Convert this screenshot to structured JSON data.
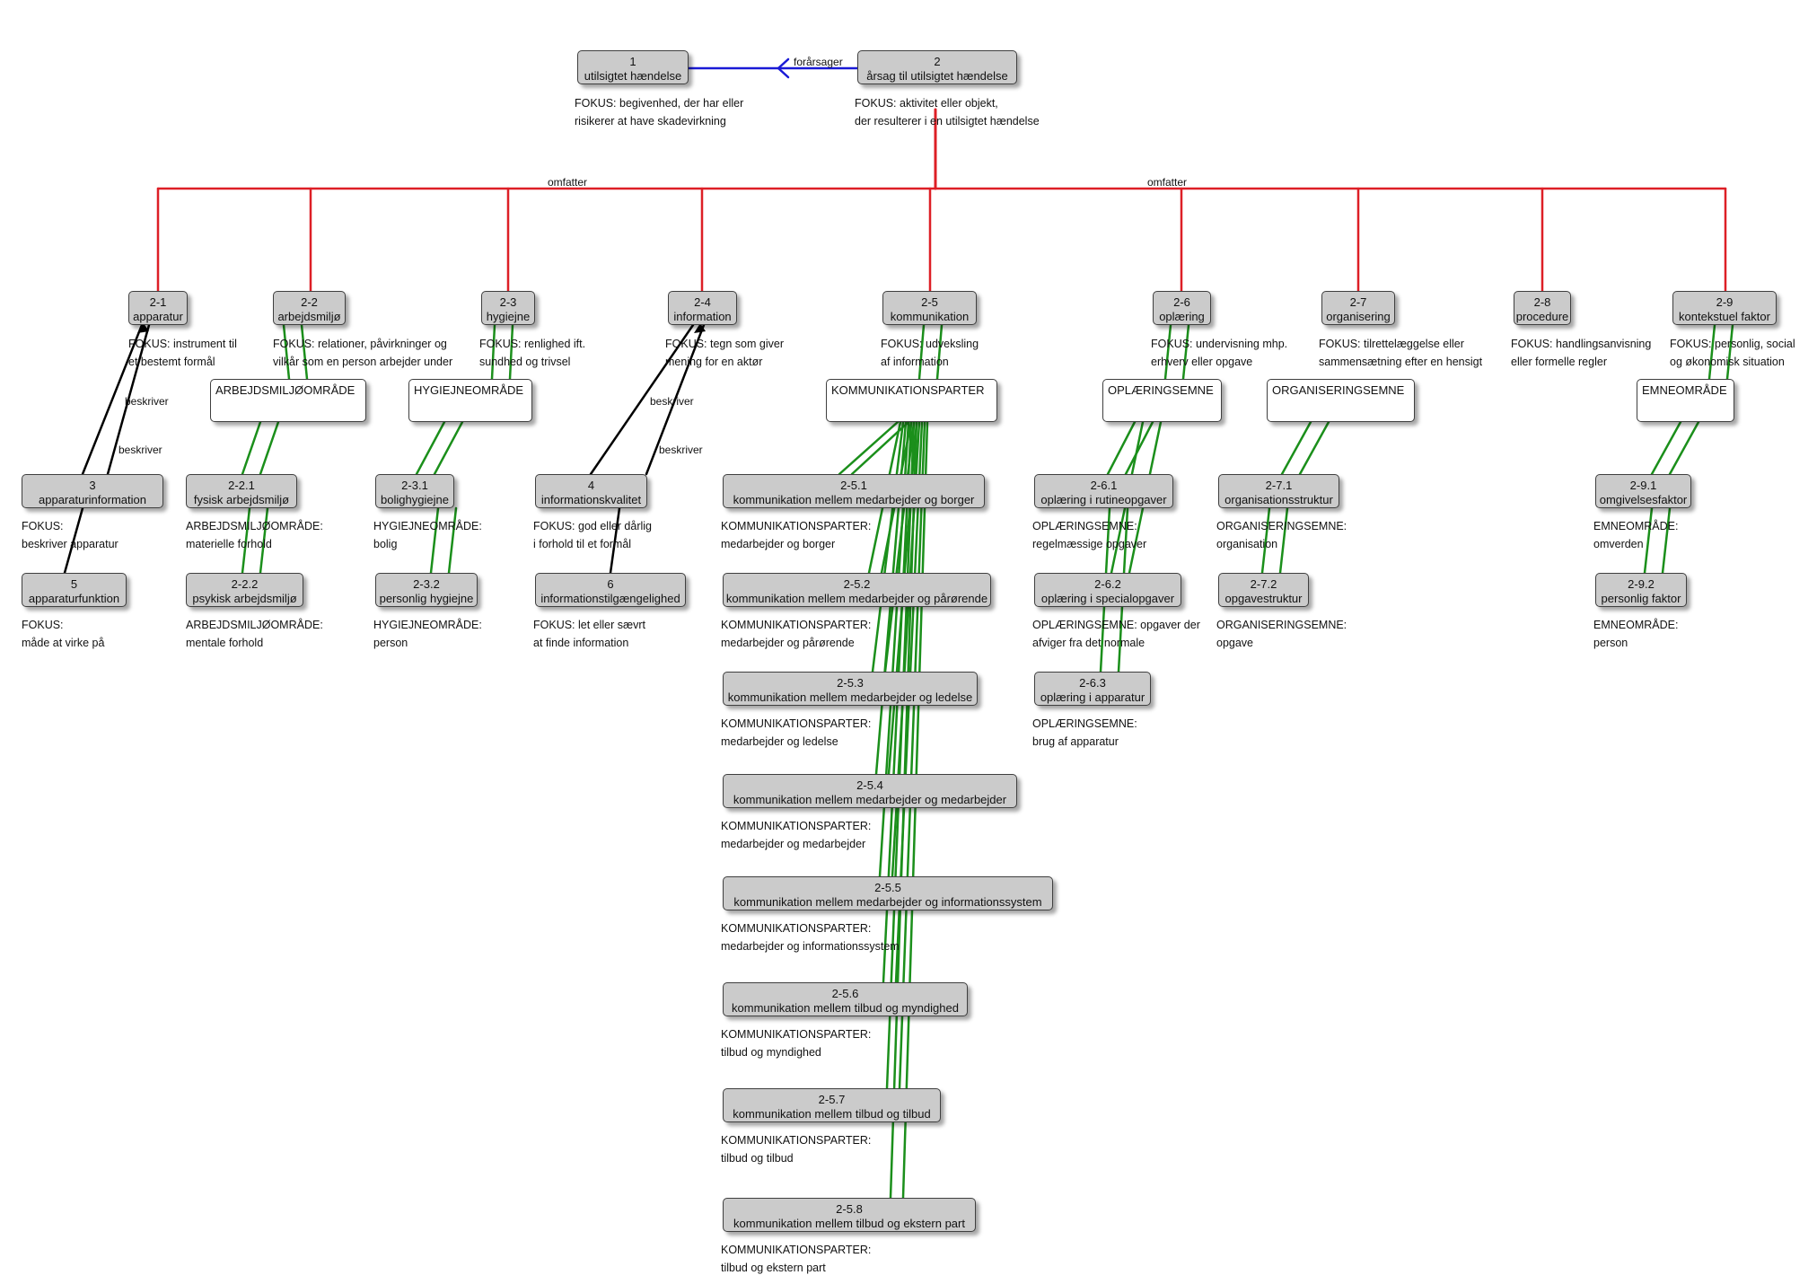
{
  "nodes": [
    {
      "id": "n1",
      "num": "1",
      "name": "utilsigtet hændelse"
    },
    {
      "id": "n2",
      "num": "2",
      "name": "årsag til utilsigtet hændelse"
    },
    {
      "id": "n2_1",
      "num": "2-1",
      "name": "apparatur"
    },
    {
      "id": "n2_2",
      "num": "2-2",
      "name": "arbejdsmiljø"
    },
    {
      "id": "n2_3",
      "num": "2-3",
      "name": "hygiejne"
    },
    {
      "id": "n2_4",
      "num": "2-4",
      "name": "information"
    },
    {
      "id": "n2_5",
      "num": "2-5",
      "name": "kommunikation"
    },
    {
      "id": "n2_6",
      "num": "2-6",
      "name": "oplæring"
    },
    {
      "id": "n2_7",
      "num": "2-7",
      "name": "organisering"
    },
    {
      "id": "n2_8",
      "num": "2-8",
      "name": "procedure"
    },
    {
      "id": "n2_9",
      "num": "2-9",
      "name": "kontekstuel faktor"
    },
    {
      "id": "n3",
      "num": "3",
      "name": "apparaturinformation"
    },
    {
      "id": "n5",
      "num": "5",
      "name": "apparaturfunktion"
    },
    {
      "id": "n2_2_1",
      "num": "2-2.1",
      "name": "fysisk arbejdsmiljø"
    },
    {
      "id": "n2_2_2",
      "num": "2-2.2",
      "name": "psykisk arbejdsmiljø"
    },
    {
      "id": "n2_3_1",
      "num": "2-3.1",
      "name": "bolighygiejne"
    },
    {
      "id": "n2_3_2",
      "num": "2-3.2",
      "name": "personlig hygiejne"
    },
    {
      "id": "n4",
      "num": "4",
      "name": "informationskvalitet"
    },
    {
      "id": "n6",
      "num": "6",
      "name": "informationstilgængelighed"
    },
    {
      "id": "n2_5_1",
      "num": "2-5.1",
      "name": "kommunikation mellem medarbejder og borger"
    },
    {
      "id": "n2_5_2",
      "num": "2-5.2",
      "name": "kommunikation mellem medarbejder og pårørende"
    },
    {
      "id": "n2_5_3",
      "num": "2-5.3",
      "name": "kommunikation mellem medarbejder og ledelse"
    },
    {
      "id": "n2_5_4",
      "num": "2-5.4",
      "name": "kommunikation mellem medarbejder og medarbejder"
    },
    {
      "id": "n2_5_5",
      "num": "2-5.5",
      "name": "kommunikation mellem medarbejder og informationssystem"
    },
    {
      "id": "n2_5_6",
      "num": "2-5.6",
      "name": "kommunikation mellem tilbud og myndighed"
    },
    {
      "id": "n2_5_7",
      "num": "2-5.7",
      "name": "kommunikation mellem tilbud og tilbud"
    },
    {
      "id": "n2_5_8",
      "num": "2-5.8",
      "name": "kommunikation mellem tilbud og ekstern part"
    },
    {
      "id": "n2_6_1",
      "num": "2-6.1",
      "name": "oplæring i rutineopgaver"
    },
    {
      "id": "n2_6_2",
      "num": "2-6.2",
      "name": "oplæring i specialopgaver"
    },
    {
      "id": "n2_6_3",
      "num": "2-6.3",
      "name": "oplæring i apparatur"
    },
    {
      "id": "n2_7_1",
      "num": "2-7.1",
      "name": "organisationsstruktur"
    },
    {
      "id": "n2_7_2",
      "num": "2-7.2",
      "name": "opgavestruktur"
    },
    {
      "id": "n2_9_1",
      "num": "2-9.1",
      "name": "omgivelsesfaktor"
    },
    {
      "id": "n2_9_2",
      "num": "2-9.2",
      "name": "personlig faktor"
    }
  ],
  "categories": [
    {
      "id": "c_arb",
      "label": "ARBEJDSMILJØOMRÅDE"
    },
    {
      "id": "c_hyg",
      "label": "HYGIEJNEOMRÅDE"
    },
    {
      "id": "c_kom",
      "label": "KOMMUNIKATIONSPARTER"
    },
    {
      "id": "c_opl",
      "label": "OPLÆRINGSEMNE"
    },
    {
      "id": "c_org",
      "label": "ORGANISERINGSEMNE"
    },
    {
      "id": "c_emn",
      "label": "EMNEOMRÅDE"
    }
  ],
  "descriptions": [
    {
      "id": "d1",
      "lines": [
        "FOKUS: begivenhed, der har eller",
        "risikerer at have skadevirkning"
      ]
    },
    {
      "id": "d2",
      "lines": [
        "FOKUS: aktivitet eller objekt,",
        "der resulterer i en utilsigtet hændelse"
      ]
    },
    {
      "id": "d2_1",
      "lines": [
        "FOKUS: instrument til",
        "et bestemt formål"
      ]
    },
    {
      "id": "d2_2",
      "lines": [
        "FOKUS: relationer, påvirkninger og",
        "vilkår som en person arbejder under"
      ]
    },
    {
      "id": "d2_3",
      "lines": [
        "FOKUS: renlighed ift.",
        "sundhed og trivsel"
      ]
    },
    {
      "id": "d2_4",
      "lines": [
        "FOKUS: tegn som giver",
        "mening for en aktør"
      ]
    },
    {
      "id": "d2_5",
      "lines": [
        "FOKUS: udveksling",
        "af information"
      ]
    },
    {
      "id": "d2_6",
      "lines": [
        "FOKUS: undervisning mhp.",
        "erhverv eller opgave"
      ]
    },
    {
      "id": "d2_7",
      "lines": [
        "FOKUS: tilrettelæggelse eller",
        "sammensætning efter en hensigt"
      ]
    },
    {
      "id": "d2_8",
      "lines": [
        "FOKUS: handlingsanvisning",
        "eller formelle regler"
      ]
    },
    {
      "id": "d2_9",
      "lines": [
        "FOKUS: personlig, social",
        "og økonomisk situation"
      ]
    },
    {
      "id": "d3",
      "lines": [
        "FOKUS:",
        "beskriver apparatur"
      ]
    },
    {
      "id": "d5",
      "lines": [
        "FOKUS:",
        "måde at virke på"
      ]
    },
    {
      "id": "d2_2_1",
      "lines": [
        "ARBEJDSMILJØOMRÅDE:",
        "materielle forhold"
      ]
    },
    {
      "id": "d2_2_2",
      "lines": [
        "ARBEJDSMILJØOMRÅDE:",
        "mentale forhold"
      ]
    },
    {
      "id": "d2_3_1",
      "lines": [
        "HYGIEJNEOMRÅDE:",
        "bolig"
      ]
    },
    {
      "id": "d2_3_2",
      "lines": [
        "HYGIEJNEOMRÅDE:",
        "person"
      ]
    },
    {
      "id": "d4",
      "lines": [
        "FOKUS: god eller dårlig",
        "i forhold til et formål"
      ]
    },
    {
      "id": "d6",
      "lines": [
        "FOKUS: let eller sævrt",
        "at finde information"
      ]
    },
    {
      "id": "d2_5_1",
      "lines": [
        "KOMMUNIKATIONSPARTER:",
        "medarbejder og borger"
      ]
    },
    {
      "id": "d2_5_2",
      "lines": [
        "KOMMUNIKATIONSPARTER:",
        "medarbejder og pårørende"
      ]
    },
    {
      "id": "d2_5_3",
      "lines": [
        "KOMMUNIKATIONSPARTER:",
        "medarbejder og ledelse"
      ]
    },
    {
      "id": "d2_5_4",
      "lines": [
        "KOMMUNIKATIONSPARTER:",
        "medarbejder og medarbejder"
      ]
    },
    {
      "id": "d2_5_5",
      "lines": [
        "KOMMUNIKATIONSPARTER:",
        "medarbejder og informationssystem"
      ]
    },
    {
      "id": "d2_5_6",
      "lines": [
        "KOMMUNIKATIONSPARTER:",
        "tilbud og myndighed"
      ]
    },
    {
      "id": "d2_5_7",
      "lines": [
        "KOMMUNIKATIONSPARTER:",
        "tilbud og tilbud"
      ]
    },
    {
      "id": "d2_5_8",
      "lines": [
        "KOMMUNIKATIONSPARTER:",
        "tilbud og ekstern part"
      ]
    },
    {
      "id": "d2_6_1",
      "lines": [
        "OPLÆRINGSEMNE:",
        "regelmæssige opgaver"
      ]
    },
    {
      "id": "d2_6_2",
      "lines": [
        "OPLÆRINGSEMNE: opgaver der",
        "afviger fra det normale"
      ]
    },
    {
      "id": "d2_6_3",
      "lines": [
        "OPLÆRINGSEMNE:",
        "brug af apparatur"
      ]
    },
    {
      "id": "d2_7_1",
      "lines": [
        "ORGANISERINGSEMNE:",
        "organisation"
      ]
    },
    {
      "id": "d2_7_2",
      "lines": [
        "ORGANISERINGSEMNE:",
        "opgave"
      ]
    },
    {
      "id": "d2_9_1",
      "lines": [
        "EMNEOMRÅDE:",
        "omverden"
      ]
    },
    {
      "id": "d2_9_2",
      "lines": [
        "EMNEOMRÅDE:",
        "person"
      ]
    }
  ],
  "relation_labels": [
    {
      "id": "r_forarsager",
      "text": "forårsager"
    },
    {
      "id": "r_omfatter_left",
      "text": "omfatter"
    },
    {
      "id": "r_omfatter_right",
      "text": "omfatter"
    },
    {
      "id": "r_beskriver_a",
      "text": "beskriver"
    },
    {
      "id": "r_beskriver_b",
      "text": "beskriver"
    },
    {
      "id": "r_beskriver_c",
      "text": "beskriver"
    },
    {
      "id": "r_beskriver_d",
      "text": "beskriver"
    }
  ],
  "colors": {
    "causes": "#1a1ad6",
    "includes": "#dd1f26",
    "subtype": "#1b8f1b",
    "describes": "#000000",
    "node_fill": "#cbcbcb"
  }
}
